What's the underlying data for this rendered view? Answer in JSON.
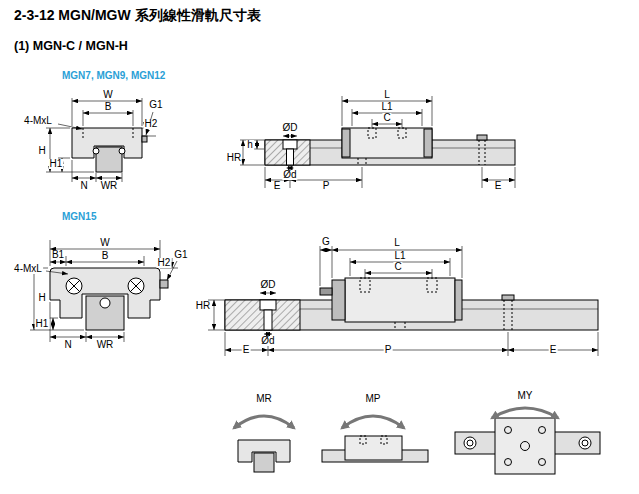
{
  "diagram": {
    "title": "2-3-12 MGN/MGW 系列線性滑軌尺寸表",
    "labels": [
      "(1) MGN-C / MGN-H",
      "MGN7, MGN9, MGN12",
      "W",
      "B",
      "G1",
      "4-MxL",
      "H2",
      "H",
      "H1",
      "N",
      "WR",
      "L",
      "L1",
      "C",
      "ØD",
      "h",
      "HR",
      "Ød",
      "E",
      "P",
      "E",
      "MGN15",
      "W",
      "B1",
      "B",
      "G1",
      "4-MxL",
      "H2",
      "H",
      "H1",
      "N",
      "WR",
      "G",
      "L",
      "L1",
      "C",
      "ØD",
      "HR",
      "Ød",
      "E",
      "P",
      "E",
      "MR",
      "MP",
      "MY"
    ]
  }
}
